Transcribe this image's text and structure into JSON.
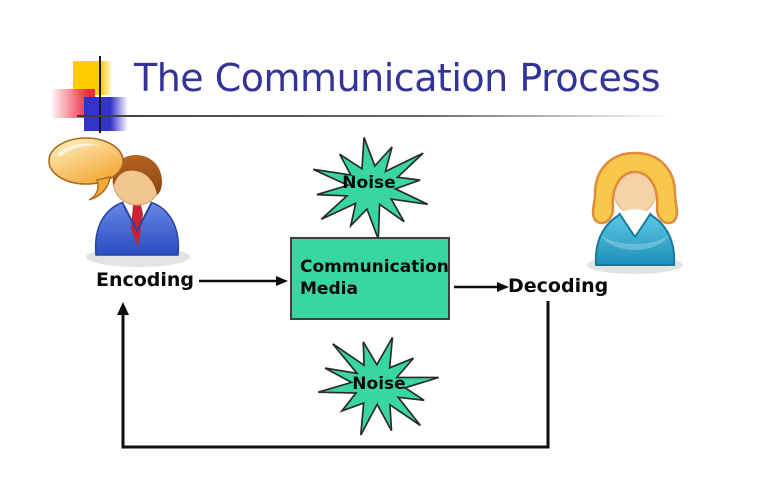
{
  "slide": {
    "title": "The Communication Process",
    "diagram": {
      "encoding_label": "Encoding",
      "decoding_label": "Decoding",
      "media_box_label": "Communication Media",
      "noise_top_label": "Noise",
      "noise_bottom_label": "Noise"
    },
    "figures": {
      "sender_icon": "man-with-speech-bubble",
      "receiver_icon": "woman"
    },
    "colors": {
      "title_text": "#333399",
      "shape_green": "#3ad6a1",
      "shape_outline": "#3f3f3f",
      "arrow_black": "#0d0d0d",
      "accent_yellow": "#ffcc00",
      "accent_red": "#e82a43",
      "accent_blue": "#3333cc",
      "suit_blue": "#3a63d0",
      "blouse_teal": "#38b4d8",
      "bubble_orange": "#f6b23c"
    }
  }
}
